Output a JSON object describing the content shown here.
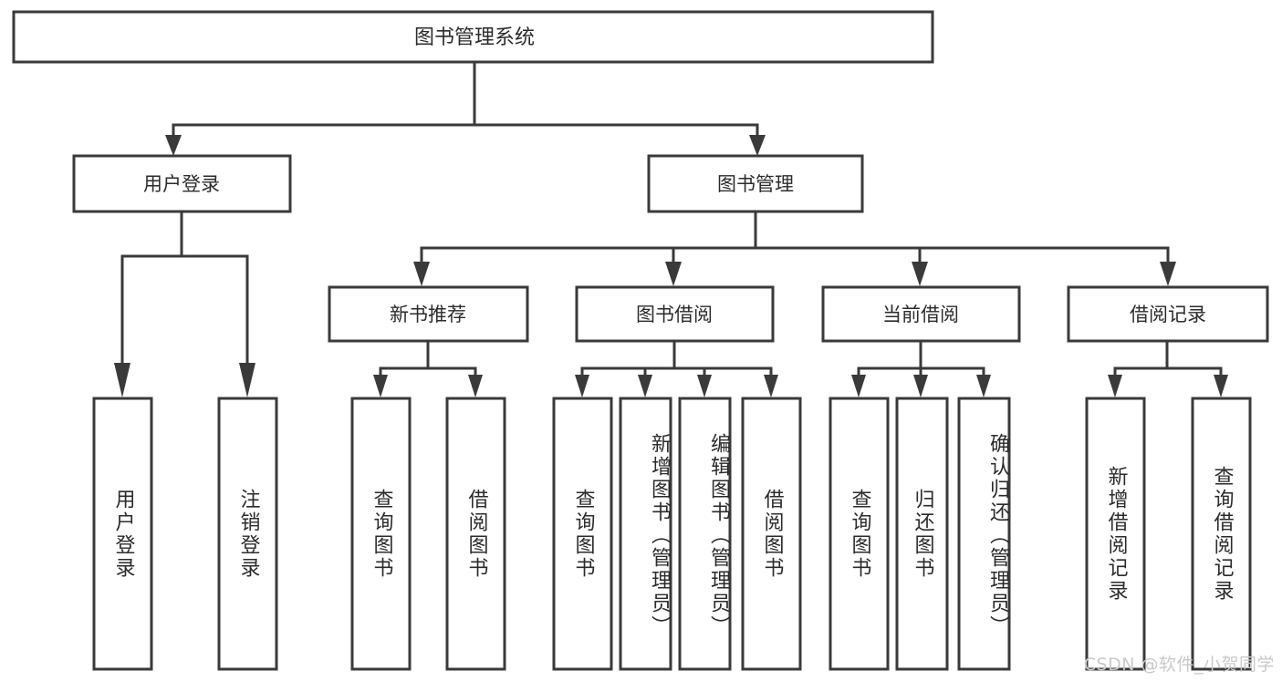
{
  "diagram": {
    "type": "tree-hierarchy",
    "title": "图书管理系统",
    "watermark": "CSDN @软件_小贺同学",
    "colors": {
      "stroke": "#3a3a3a",
      "fill": "#ffffff",
      "text": "#2b2b2b",
      "watermark": "#c9c9c9",
      "background": "#ffffff"
    },
    "root": {
      "label": "图书管理系统"
    },
    "level1": [
      {
        "id": "user-login",
        "label": "用户登录"
      },
      {
        "id": "book-manage",
        "label": "图书管理"
      }
    ],
    "level2": [
      {
        "id": "new-book-recommend",
        "label": "新书推荐",
        "parent": "book-manage"
      },
      {
        "id": "book-borrow",
        "label": "图书借阅",
        "parent": "book-manage"
      },
      {
        "id": "current-borrow",
        "label": "当前借阅",
        "parent": "book-manage"
      },
      {
        "id": "borrow-record",
        "label": "借阅记录",
        "parent": "book-manage"
      }
    ],
    "leaves": [
      {
        "id": "leaf-user-login",
        "label": "用户登录",
        "parent": "user-login"
      },
      {
        "id": "leaf-logout",
        "label": "注销登录",
        "parent": "user-login"
      },
      {
        "id": "leaf-query-book-1",
        "label": "查询图书",
        "parent": "new-book-recommend"
      },
      {
        "id": "leaf-borrow-book-1",
        "label": "借阅图书",
        "parent": "new-book-recommend"
      },
      {
        "id": "leaf-query-book-2",
        "label": "查询图书",
        "parent": "book-borrow"
      },
      {
        "id": "leaf-add-book",
        "label": "新增图书（管理员）",
        "parent": "book-borrow"
      },
      {
        "id": "leaf-edit-book",
        "label": "编辑图书（管理员）",
        "parent": "book-borrow"
      },
      {
        "id": "leaf-borrow-book-2",
        "label": "借阅图书",
        "parent": "book-borrow"
      },
      {
        "id": "leaf-query-book-3",
        "label": "查询图书",
        "parent": "current-borrow"
      },
      {
        "id": "leaf-return-book",
        "label": "归还图书",
        "parent": "current-borrow"
      },
      {
        "id": "leaf-confirm-return",
        "label": "确认归还（管理员）",
        "parent": "current-borrow"
      },
      {
        "id": "leaf-add-record",
        "label": "新增借阅记录",
        "parent": "borrow-record"
      },
      {
        "id": "leaf-query-record",
        "label": "查询借阅记录",
        "parent": "borrow-record"
      }
    ]
  }
}
